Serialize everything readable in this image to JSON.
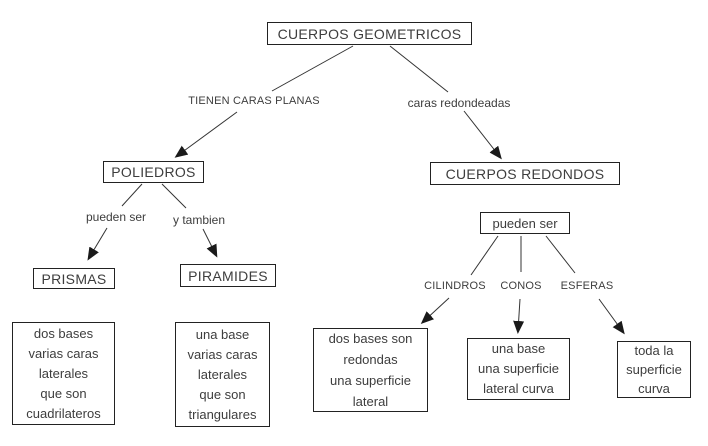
{
  "diagram": {
    "type": "concept-map",
    "language": "es",
    "topic": "CUERPOS GEOMETRICOS"
  },
  "nodes": {
    "root": {
      "label": "CUERPOS GEOMETRICOS"
    },
    "poliedros": {
      "label": "POLIEDROS"
    },
    "cuerpos_redondos": {
      "label": "CUERPOS REDONDOS"
    },
    "pueden_ser": {
      "label": "pueden ser"
    },
    "prismas": {
      "label": "PRISMAS"
    },
    "piramides": {
      "label": "PIRAMIDES"
    },
    "desc_prismas": {
      "text": "dos bases\nvarias caras\nlaterales\nque son\ncuadrilateros"
    },
    "desc_piramides": {
      "text": "una base\nvarias caras\nlaterales\nque son\ntriangulares"
    },
    "desc_cilindros": {
      "text": "dos bases son\nredondas\nuna superficie\nlateral"
    },
    "desc_conos": {
      "text": "una base\nuna superficie\nlateral curva"
    },
    "desc_esferas": {
      "text": "toda la\nsuperficie\ncurva"
    }
  },
  "edge_labels": {
    "tienen_caras_planas": "TIENEN CARAS PLANAS",
    "caras_redondeadas": "caras redondeadas",
    "pueden_ser": "pueden ser",
    "y_tambien": "y tambien",
    "cilindros": "CILINDROS",
    "conos": "CONOS",
    "esferas": "ESFERAS"
  },
  "colors": {
    "background": "#ffffff",
    "text": "#3d3d3d",
    "border": "#222222",
    "line": "#333333",
    "arrowhead": "#1a1a1a"
  }
}
